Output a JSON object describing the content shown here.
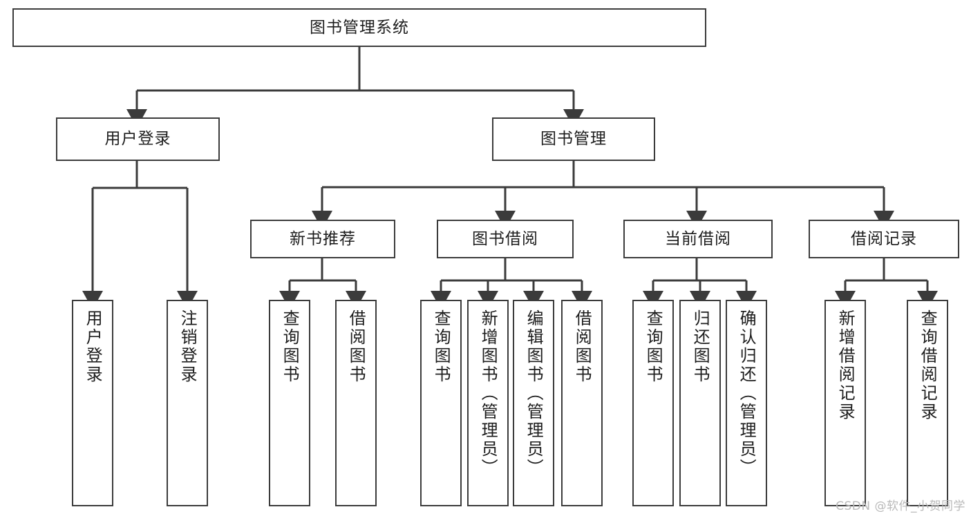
{
  "diagram": {
    "title": "图书管理系统",
    "type": "tree",
    "watermark": "CSDN @软件_小贺同学",
    "colors": {
      "node_border": "#3b3b3b",
      "node_fill": "#ffffff",
      "edge": "#3b3b3b",
      "text": "#1d1d1d",
      "watermark": "#b9b9b9",
      "background": "#ffffff"
    },
    "nodes": {
      "root": {
        "label": "图书管理系统"
      },
      "level1": [
        {
          "id": "user-login",
          "label": "用户登录"
        },
        {
          "id": "book-management",
          "label": "图书管理"
        }
      ],
      "level2": [
        {
          "id": "new-book-recommend",
          "label": "新书推荐",
          "parent": "book-management"
        },
        {
          "id": "book-borrow",
          "label": "图书借阅",
          "parent": "book-management"
        },
        {
          "id": "current-borrow",
          "label": "当前借阅",
          "parent": "book-management"
        },
        {
          "id": "borrow-record",
          "label": "借阅记录",
          "parent": "book-management"
        }
      ],
      "leaves": {
        "user-login": [
          {
            "id": "leaf-user-login",
            "label": "用户登录"
          },
          {
            "id": "leaf-user-logout",
            "label": "注销登录"
          }
        ],
        "new-book-recommend": [
          {
            "id": "leaf-nbr-query",
            "label": "查询图书"
          },
          {
            "id": "leaf-nbr-borrow",
            "label": "借阅图书"
          }
        ],
        "book-borrow": [
          {
            "id": "leaf-bb-query",
            "label": "查询图书"
          },
          {
            "id": "leaf-bb-add",
            "label": "新增图书（管理员）"
          },
          {
            "id": "leaf-bb-edit",
            "label": "编辑图书（管理员）"
          },
          {
            "id": "leaf-bb-borrow",
            "label": "借阅图书"
          }
        ],
        "current-borrow": [
          {
            "id": "leaf-cb-query",
            "label": "查询图书"
          },
          {
            "id": "leaf-cb-return",
            "label": "归还图书"
          },
          {
            "id": "leaf-cb-confirm",
            "label": "确认归还（管理员）"
          }
        ],
        "borrow-record": [
          {
            "id": "leaf-br-add",
            "label": "新增借阅记录"
          },
          {
            "id": "leaf-br-query",
            "label": "查询借阅记录"
          }
        ]
      }
    }
  }
}
